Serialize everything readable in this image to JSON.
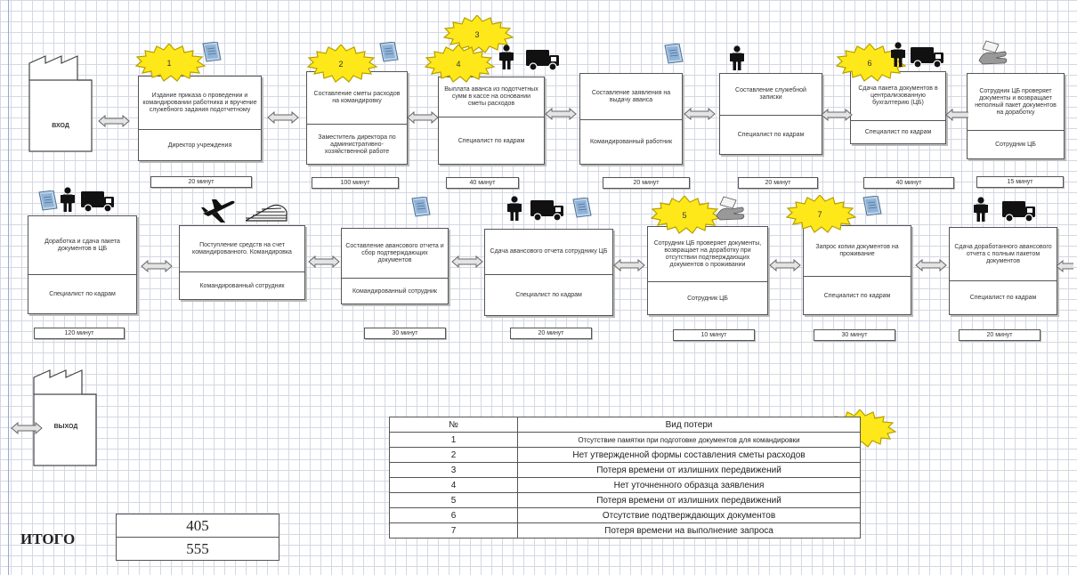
{
  "factories": {
    "start_label": "ВХОД",
    "end_label": "ВЫХОД"
  },
  "steps": [
    {
      "desc": "Издание приказа о проведении и командировании работника и вручение служебного задания подотчетному",
      "resp": "Директор учреждения",
      "time": "20 минут"
    },
    {
      "desc": "Составление сметы расходов на командировку",
      "resp": "Заместитель директора по административно-хозяйственной работе",
      "time": "100 минут"
    },
    {
      "desc": "Выплата аванса из подотчетных сумм в кассе на основании сметы расходов",
      "resp": "Специалист по кадрам",
      "time": "40 минут"
    },
    {
      "desc": "Составление заявления на выдачу аванса",
      "resp": "Командированный работник",
      "time": "20 минут"
    },
    {
      "desc": "Составление служебной записки",
      "resp": "Специалист по кадрам",
      "time": "20 минут"
    },
    {
      "desc": "Сдача пакета документов в централизованную бухгалтерию (ЦБ)",
      "resp": "Специалист по кадрам",
      "time": "40 минут"
    },
    {
      "desc": "Сотрудник ЦБ проверяет документы и возвращает неполный пакет документов на доработку",
      "resp": "Сотрудник ЦБ",
      "time": "15 минут"
    },
    {
      "desc": "Доработка и сдача пакета документов в ЦБ",
      "resp": "Специалист по кадрам",
      "time": "120 минут"
    },
    {
      "desc": "Поступление средств на счет командированного. Командировка",
      "resp": "Командированный сотрудник",
      "time": ""
    },
    {
      "desc": "Составление авансового отчета и сбор подтверждающих документов",
      "resp": "Командированный сотрудник",
      "time": "30 минут"
    },
    {
      "desc": "Сдача авансового отчета сотруднику ЦБ",
      "resp": "Специалист по кадрам",
      "time": "20 минут"
    },
    {
      "desc": "Сотрудник ЦБ проверяет документы, возвращает на доработку при отсутствии подтверждающих документов о проживании",
      "resp": "Сотрудник ЦБ",
      "time": "10 минут"
    },
    {
      "desc": "Запрос копии документов на проживание",
      "resp": "Специалист по кадрам",
      "time": "30 минут"
    },
    {
      "desc": "Сдача доработанного авансового отчета с полным пакетом документов",
      "resp": "Специалист по кадрам",
      "time": "20 минут"
    }
  ],
  "star_numbers": [
    "1",
    "2",
    "3",
    "4",
    "5",
    "6",
    "7"
  ],
  "icon_names": [
    "document-icon",
    "person-icon",
    "truck-icon",
    "airplane-icon",
    "train-icon",
    "hand-with-paper-icon",
    "burst-icon",
    "factory-icon"
  ],
  "loss_table": {
    "header_num": "№",
    "header_type": "Вид потери",
    "rows": [
      {
        "num": "1",
        "text": "Отсутствие памятки при подготовке документов для командировки"
      },
      {
        "num": "2",
        "text": "Нет утвержденной формы составления сметы расходов"
      },
      {
        "num": "3",
        "text": "Потеря времени от излишних передвижений"
      },
      {
        "num": "4",
        "text": "Нет уточненного образца заявления"
      },
      {
        "num": "5",
        "text": "Потеря времени от излишних передвижений"
      },
      {
        "num": "6",
        "text": "Отсутствие подтверждающих документов"
      },
      {
        "num": "7",
        "text": "Потеря времени на выполнение запроса"
      }
    ]
  },
  "totals": {
    "label": "ИТОГО",
    "value1": "405",
    "value2": "555"
  },
  "colors": {
    "star_fill": "#ffe81a",
    "star_stroke": "#b5a000",
    "icon_dark": "#111111",
    "doc_fill": "#bcd3ea",
    "arrow_fill": "#e4e4e4",
    "grid": "#d4d8e4"
  }
}
